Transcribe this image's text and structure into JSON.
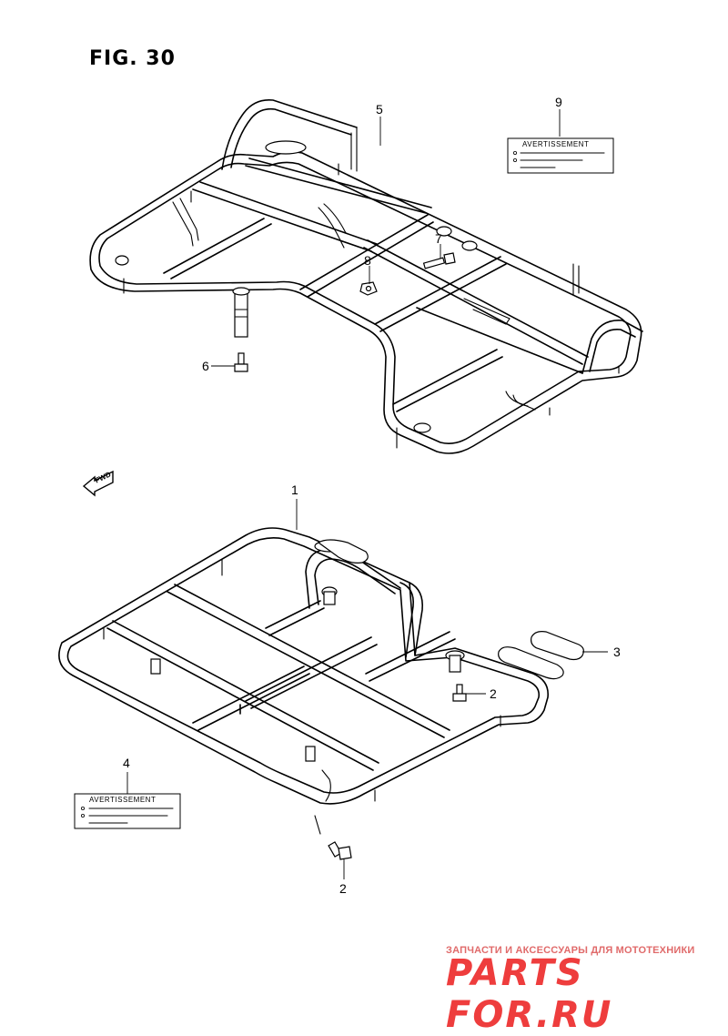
{
  "figure": {
    "title": "FIG. 30"
  },
  "callouts": {
    "c1": "1",
    "c2a": "2",
    "c2b": "2",
    "c3": "3",
    "c4": "4",
    "c5": "5",
    "c6": "6",
    "c7": "7",
    "c8": "8",
    "c9": "9"
  },
  "labels": {
    "upper_label_title": "AVERTISSEMENT",
    "lower_label_title": "AVERTISSEMENT"
  },
  "fwd_arrow": "FWD",
  "watermark": {
    "tagline": "ЗАПЧАСТИ И АКСЕССУАРЫ ДЛЯ МОТОТЕХНИКИ",
    "brand": "PARTS FOR.RU"
  }
}
